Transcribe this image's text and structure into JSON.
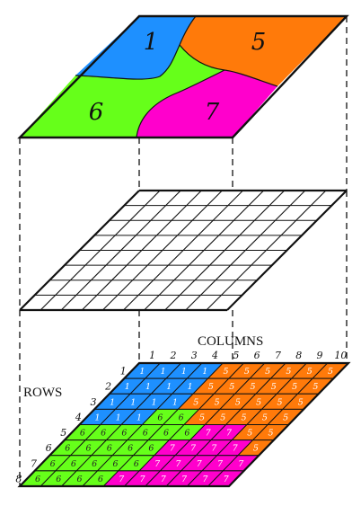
{
  "region_map": {
    "regions": [
      {
        "id": "1",
        "color": "#1e90ff"
      },
      {
        "id": "5",
        "color": "#ff7a0a"
      },
      {
        "id": "6",
        "color": "#66ff1a"
      },
      {
        "id": "7",
        "color": "#ff00cc"
      }
    ]
  },
  "raster": {
    "columns_label": "COLUMNS",
    "rows_label": "ROWS",
    "column_numbers": [
      "1",
      "2",
      "3",
      "4",
      "5",
      "6",
      "7",
      "8",
      "9",
      "10"
    ],
    "row_numbers": [
      "1",
      "2",
      "3",
      "4",
      "5",
      "6",
      "7",
      "8"
    ],
    "cells": [
      [
        "1",
        "1",
        "1",
        "1",
        "5",
        "5",
        "5",
        "5",
        "5",
        "5"
      ],
      [
        "1",
        "1",
        "1",
        "1",
        "5",
        "5",
        "5",
        "5",
        "5",
        "5"
      ],
      [
        "1",
        "1",
        "1",
        "1",
        "5",
        "5",
        "5",
        "5",
        "5",
        "5"
      ],
      [
        "1",
        "1",
        "1",
        "6",
        "6",
        "5",
        "5",
        "5",
        "5",
        "5"
      ],
      [
        "6",
        "6",
        "6",
        "6",
        "6",
        "6",
        "7",
        "7",
        "5",
        "5"
      ],
      [
        "6",
        "6",
        "6",
        "6",
        "6",
        "7",
        "7",
        "7",
        "7",
        "5"
      ],
      [
        "6",
        "6",
        "6",
        "6",
        "6",
        "7",
        "7",
        "7",
        "7",
        "7"
      ],
      [
        "6",
        "6",
        "6",
        "6",
        "7",
        "7",
        "7",
        "7",
        "7",
        "7"
      ]
    ]
  }
}
